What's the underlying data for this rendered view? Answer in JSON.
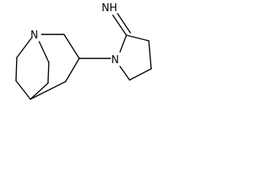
{
  "molecule": {
    "atoms": {
      "quinuclidine_n": "N",
      "pyrrolidine_n": "N",
      "imine_nh": "NH"
    }
  },
  "colors": {
    "bond": "#000000",
    "label": "#000000",
    "background": "#ffffff"
  }
}
